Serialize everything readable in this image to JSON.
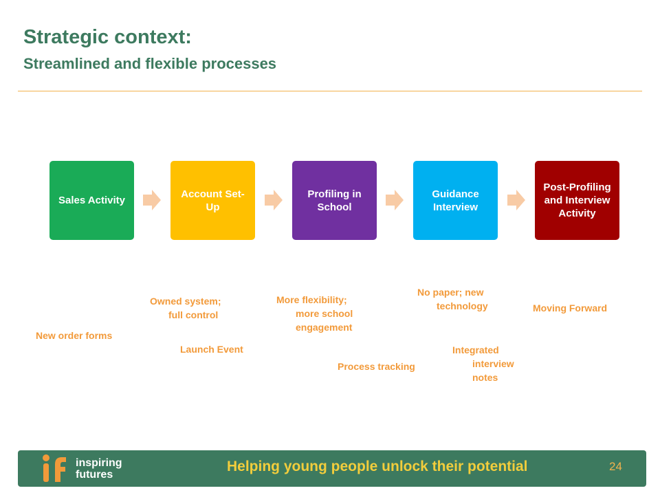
{
  "header": {
    "title": "Strategic context:",
    "subtitle": "Streamlined and flexible processes"
  },
  "process": {
    "steps": [
      {
        "label": "Sales Activity",
        "color": "#1aab57"
      },
      {
        "label": "Account Set-Up",
        "color": "#ffc000"
      },
      {
        "label": "Profiling in School",
        "color": "#7030a0"
      },
      {
        "label": "Guidance Interview",
        "color": "#00b0f0"
      },
      {
        "label": "Post-Profiling and Interview Activity",
        "color": "#a00000"
      }
    ],
    "arrow_color": "#f8cba5"
  },
  "notes": {
    "new_order_forms": "New order forms",
    "owned_system_1": "Owned system;",
    "owned_system_2": "full control",
    "launch_event": "Launch Event",
    "flexibility_1": "More flexibility;",
    "flexibility_2": "more school",
    "flexibility_3": "engagement",
    "process_tracking": "Process tracking",
    "no_paper_1": "No paper; new",
    "no_paper_2": "technology",
    "integrated_1": "Integrated",
    "integrated_2": "interview",
    "integrated_3": "notes",
    "moving_forward": "Moving Forward"
  },
  "footer": {
    "logo_line1": "inspiring",
    "logo_line2": "futures",
    "tagline": "Helping young people unlock their potential",
    "page_number": "24",
    "background": "#3d7a5f",
    "tagline_color": "#f2cd3c"
  }
}
